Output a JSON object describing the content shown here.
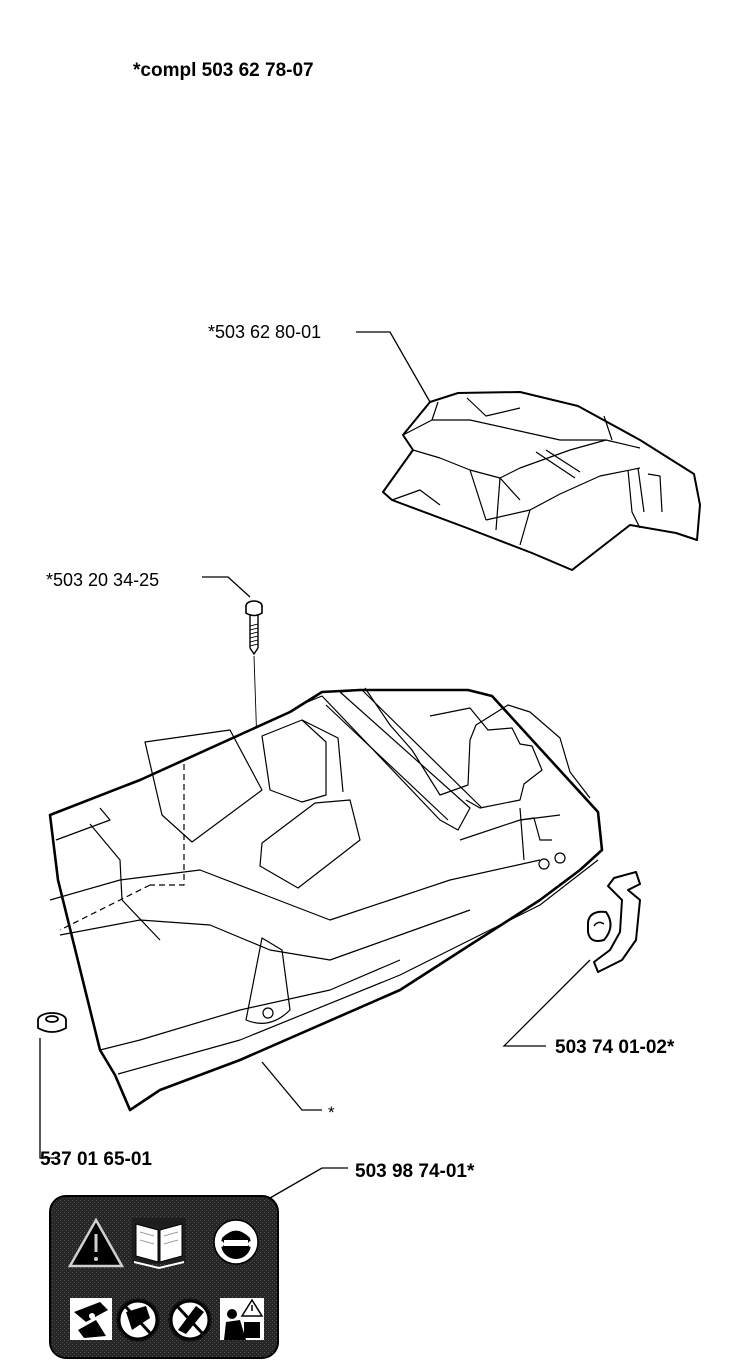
{
  "title": "*compl 503 62 78-07",
  "parts": {
    "top_cover": {
      "part_no": "*503 62 80-01",
      "icon": "top-cover-part"
    },
    "screw": {
      "part_no": "*503 20 34-25",
      "icon": "screw-part"
    },
    "holder": {
      "part_no": "503 74 01-02*",
      "icon": "holder-clip-part"
    },
    "main_cover": {
      "part_no": "*",
      "icon": "cylinder-cover-part"
    },
    "grommet": {
      "part_no": "537 01 65-01",
      "icon": "rubber-grommet-part"
    },
    "decal": {
      "part_no": "503 98 74-01*",
      "icon": "warning-decal-part",
      "symbols": [
        "warning-triangle-icon",
        "read-manual-icon",
        "protective-gear-icon",
        "two-hand-grip-icon",
        "no-one-hand-icon",
        "no-kickback-icon",
        "kickback-warning-icon"
      ],
      "background_color": "#2b2b2b"
    }
  },
  "colors": {
    "line": "#000000",
    "paper": "#ffffff"
  }
}
